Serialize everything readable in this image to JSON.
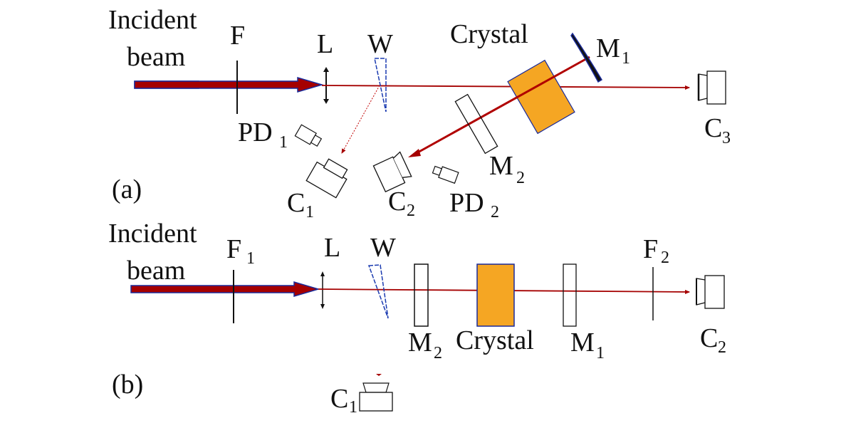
{
  "colors": {
    "beam": "#a50000",
    "beam_outline": "#1a2a9a",
    "crystal": "#f5a623",
    "crystal_outline": "#1a2a9a",
    "wedge": "#1a3ab0",
    "outline": "#111111"
  },
  "panel_a": {
    "panel_label": "(a)",
    "incident_line1": "Incident",
    "incident_line2": "beam",
    "filter": {
      "main": "F",
      "sub": ""
    },
    "lens": {
      "main": "L",
      "sub": ""
    },
    "wedge": {
      "main": "W",
      "sub": ""
    },
    "crystal": {
      "main": "Crystal",
      "sub": ""
    },
    "mirror1": {
      "main": "M",
      "sub": "1"
    },
    "mirror2": {
      "main": "M",
      "sub": "2"
    },
    "photodiode1": {
      "main": "PD",
      "sub": "1"
    },
    "photodiode2": {
      "main": "PD",
      "sub": "2"
    },
    "camera1": {
      "main": "C",
      "sub": "1"
    },
    "camera2": {
      "main": "C",
      "sub": "2"
    },
    "camera3": {
      "main": "C",
      "sub": "3"
    }
  },
  "panel_b": {
    "panel_label": "(b)",
    "incident_line1": "Incident",
    "incident_line2": "beam",
    "filter1": {
      "main": "F",
      "sub": "1"
    },
    "filter2": {
      "main": "F",
      "sub": "2"
    },
    "lens": {
      "main": "L",
      "sub": ""
    },
    "wedge": {
      "main": "W",
      "sub": ""
    },
    "mirror2": {
      "main": "M",
      "sub": "2"
    },
    "crystal": {
      "main": "Crystal",
      "sub": ""
    },
    "mirror1": {
      "main": "M",
      "sub": "1"
    },
    "camera1": {
      "main": "C",
      "sub": "1"
    },
    "camera2": {
      "main": "C",
      "sub": "2"
    }
  }
}
